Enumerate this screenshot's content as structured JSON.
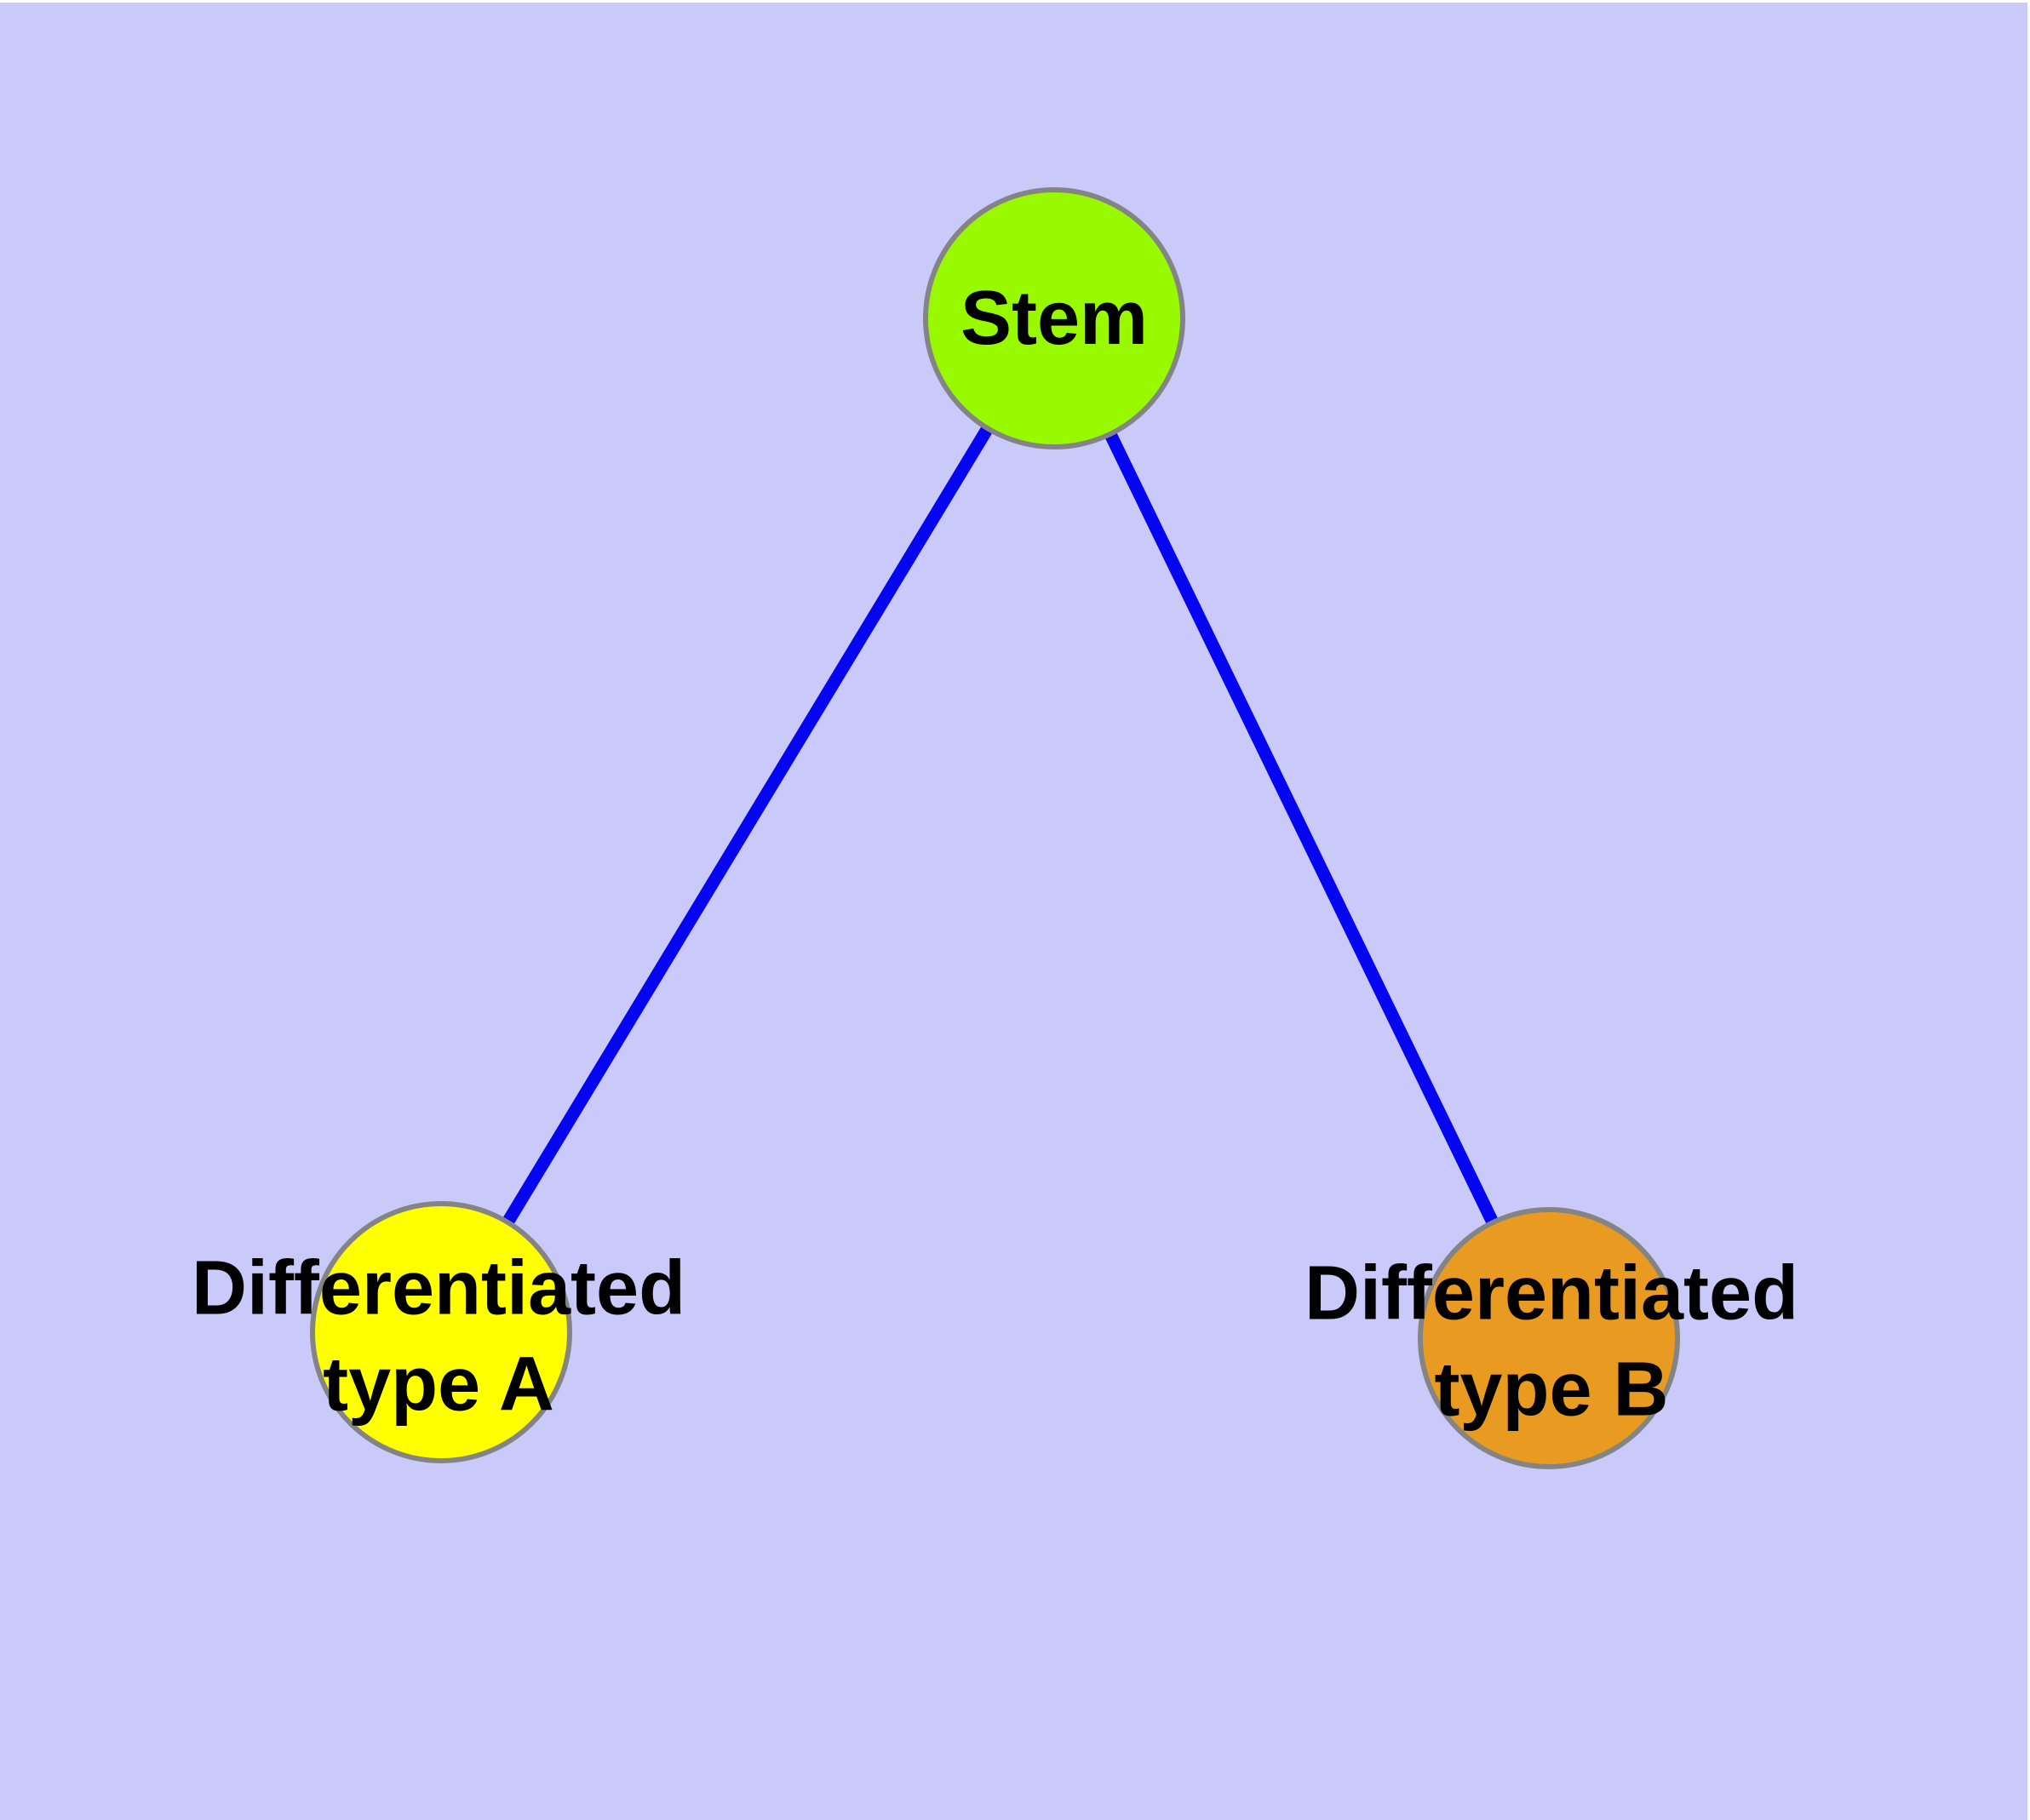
{
  "colors": {
    "background": "#C9C9FA",
    "frame": "#FFFFFF",
    "edge": "#0505F0",
    "node_border": "#848484",
    "label_text": "#000000"
  },
  "nodes": [
    {
      "id": "stem",
      "label": "Stem",
      "fill": "#99FA00"
    },
    {
      "id": "differentiated-type-a",
      "label": "Differentiated\ntype A",
      "fill": "#FFFF00"
    },
    {
      "id": "differentiated-type-b",
      "label": "Differentiated\ntype B",
      "fill": "#E89B20"
    }
  ],
  "edges": [
    {
      "from": "stem",
      "to": "differentiated-type-a"
    },
    {
      "from": "stem",
      "to": "differentiated-type-b"
    }
  ]
}
